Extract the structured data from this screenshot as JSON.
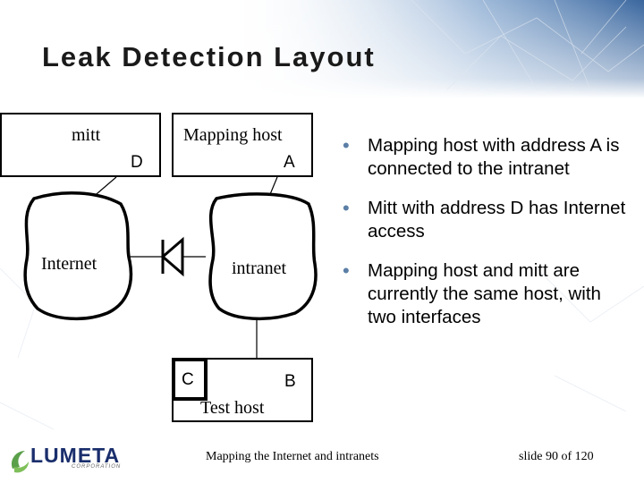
{
  "title": "Leak Detection Layout",
  "diagram": {
    "mitt_box_label": "mitt",
    "mitt_box_address": "D",
    "mapping_box_label": "Mapping host",
    "mapping_box_address": "A",
    "internet_label": "Internet",
    "intranet_label": "intranet",
    "test_box_address_left": "C",
    "test_box_address_right": "B",
    "test_box_label": "Test host"
  },
  "bullets": [
    "Mapping host with address A is connected to the intranet",
    "Mitt with address D has Internet access",
    "Mapping host and mitt are currently the same host, with two interfaces"
  ],
  "footer": {
    "center": "Mapping the Internet and intranets",
    "slide_number": "slide 90 of  120"
  },
  "logo": {
    "name": "LUMETA",
    "sub": "CORPORATION"
  },
  "colors": {
    "accent": "#5b7fa6",
    "title_bar": "#2f4f7f"
  }
}
